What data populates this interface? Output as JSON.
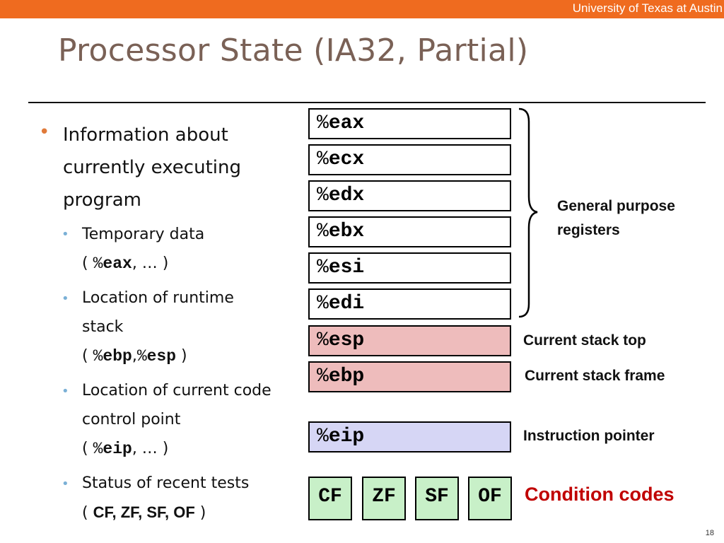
{
  "header": {
    "institution": "University of Texas at Austin"
  },
  "slide": {
    "title": "Processor State (IA32, Partial)",
    "page_number": "18"
  },
  "bullets": {
    "main": "Information about currently executing program",
    "sub": [
      {
        "text_a": "Temporary data",
        "text_b": "( ",
        "code_pct": "%",
        "code": "eax",
        "text_c": ", … )"
      },
      {
        "text_a": "Location of runtime stack",
        "text_b": "( ",
        "code_pct1": "%",
        "code1": "ebp",
        "sep": ",",
        "code_pct2": "%",
        "code2": "esp",
        "text_c": " )"
      },
      {
        "text_a": "Location of current code control point",
        "text_b": "( ",
        "code_pct": "%",
        "code": "eip",
        "text_c": ", … )"
      },
      {
        "text_a": "Status of recent tests",
        "text_b": "( ",
        "codes": "CF, ZF, SF, OF",
        "text_c": " )"
      }
    ]
  },
  "registers": {
    "general": [
      {
        "pct": "%",
        "name": "eax"
      },
      {
        "pct": "%",
        "name": "ecx"
      },
      {
        "pct": "%",
        "name": "edx"
      },
      {
        "pct": "%",
        "name": "ebx"
      },
      {
        "pct": "%",
        "name": "esi"
      },
      {
        "pct": "%",
        "name": "edi"
      }
    ],
    "esp": {
      "pct": "%",
      "name": "esp"
    },
    "ebp": {
      "pct": "%",
      "name": "ebp"
    },
    "eip": {
      "pct": "%",
      "name": "eip"
    },
    "condition_codes": [
      "CF",
      "ZF",
      "SF",
      "OF"
    ]
  },
  "labels": {
    "general_purpose": [
      "General purpose",
      "registers"
    ],
    "stack_top": "Current stack top",
    "stack_frame": "Current stack frame",
    "instruction_pointer": "Instruction pointer",
    "condition_codes": "Condition codes"
  },
  "colors": {
    "header_bar": "#ef6b1f",
    "title": "#7a6156",
    "stack_registers": "#eebcbc",
    "instruction_pointer": "#d6d6f5",
    "condition_codes": "#c8f0c8",
    "condition_codes_label": "#c00000"
  }
}
